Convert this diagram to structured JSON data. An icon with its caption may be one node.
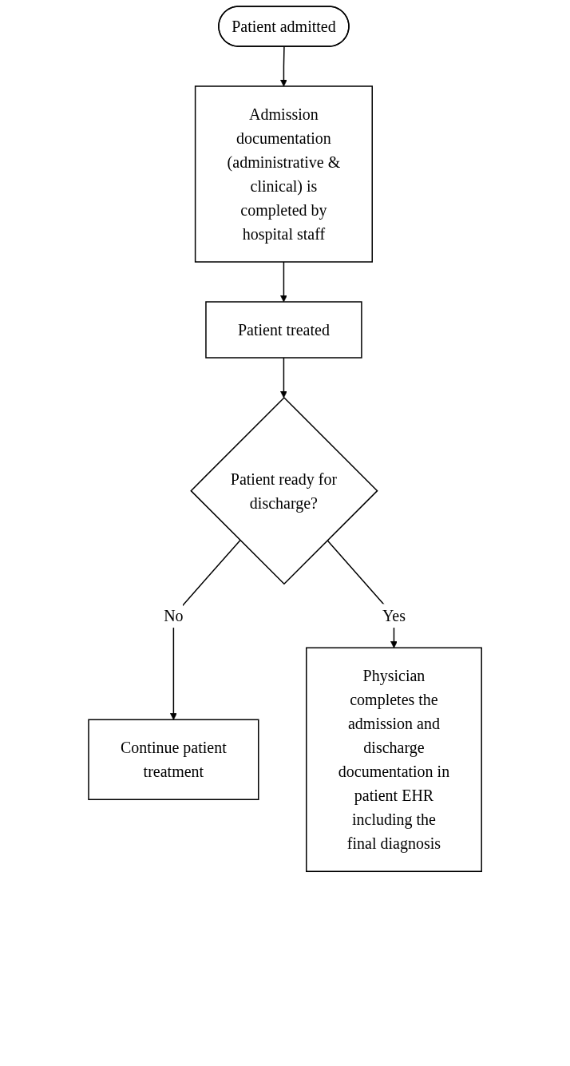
{
  "diagram": {
    "nodes": [
      {
        "text": [
          "Patient admitted"
        ]
      },
      {
        "text": [
          "Admission documentation (administrative & clinical) is completed by hospital staff"
        ]
      },
      {
        "text": [
          "Patient treated"
        ]
      },
      {
        "text": [
          "Patient ready for discharge?"
        ]
      },
      {
        "text": [
          "Continue patient treatment"
        ]
      },
      {
        "text": [
          "Physician completes the admission and discharge documentation in patient EHR including the final diagnosis"
        ]
      }
    ],
    "edges": [
      {
        "from": 0,
        "to": 1,
        "arrow": "to"
      },
      {
        "from": 1,
        "to": 2,
        "arrow": "to"
      },
      {
        "from": 2,
        "to": 3,
        "arrow": "to"
      },
      {
        "from": 3,
        "to": 4,
        "label": "No",
        "arrow": "to"
      },
      {
        "from": 3,
        "to": 5,
        "label": "Yes",
        "arrow": "to"
      }
    ]
  }
}
